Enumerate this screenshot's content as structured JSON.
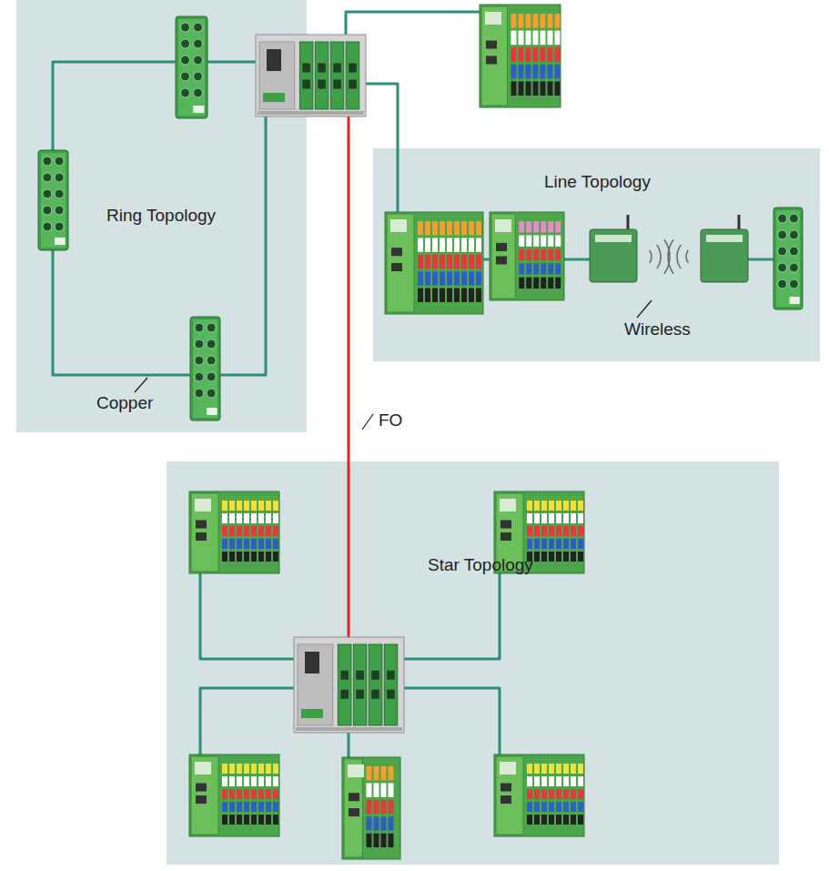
{
  "diagram": {
    "nodes": [
      {
        "text": [
          "Ring Topology"
        ]
      },
      {
        "text": [
          "Line Topology"
        ]
      },
      {
        "text": [
          "Star Topology"
        ]
      }
    ],
    "labels": [
      "Copper",
      "FO",
      "Wireless"
    ]
  }
}
